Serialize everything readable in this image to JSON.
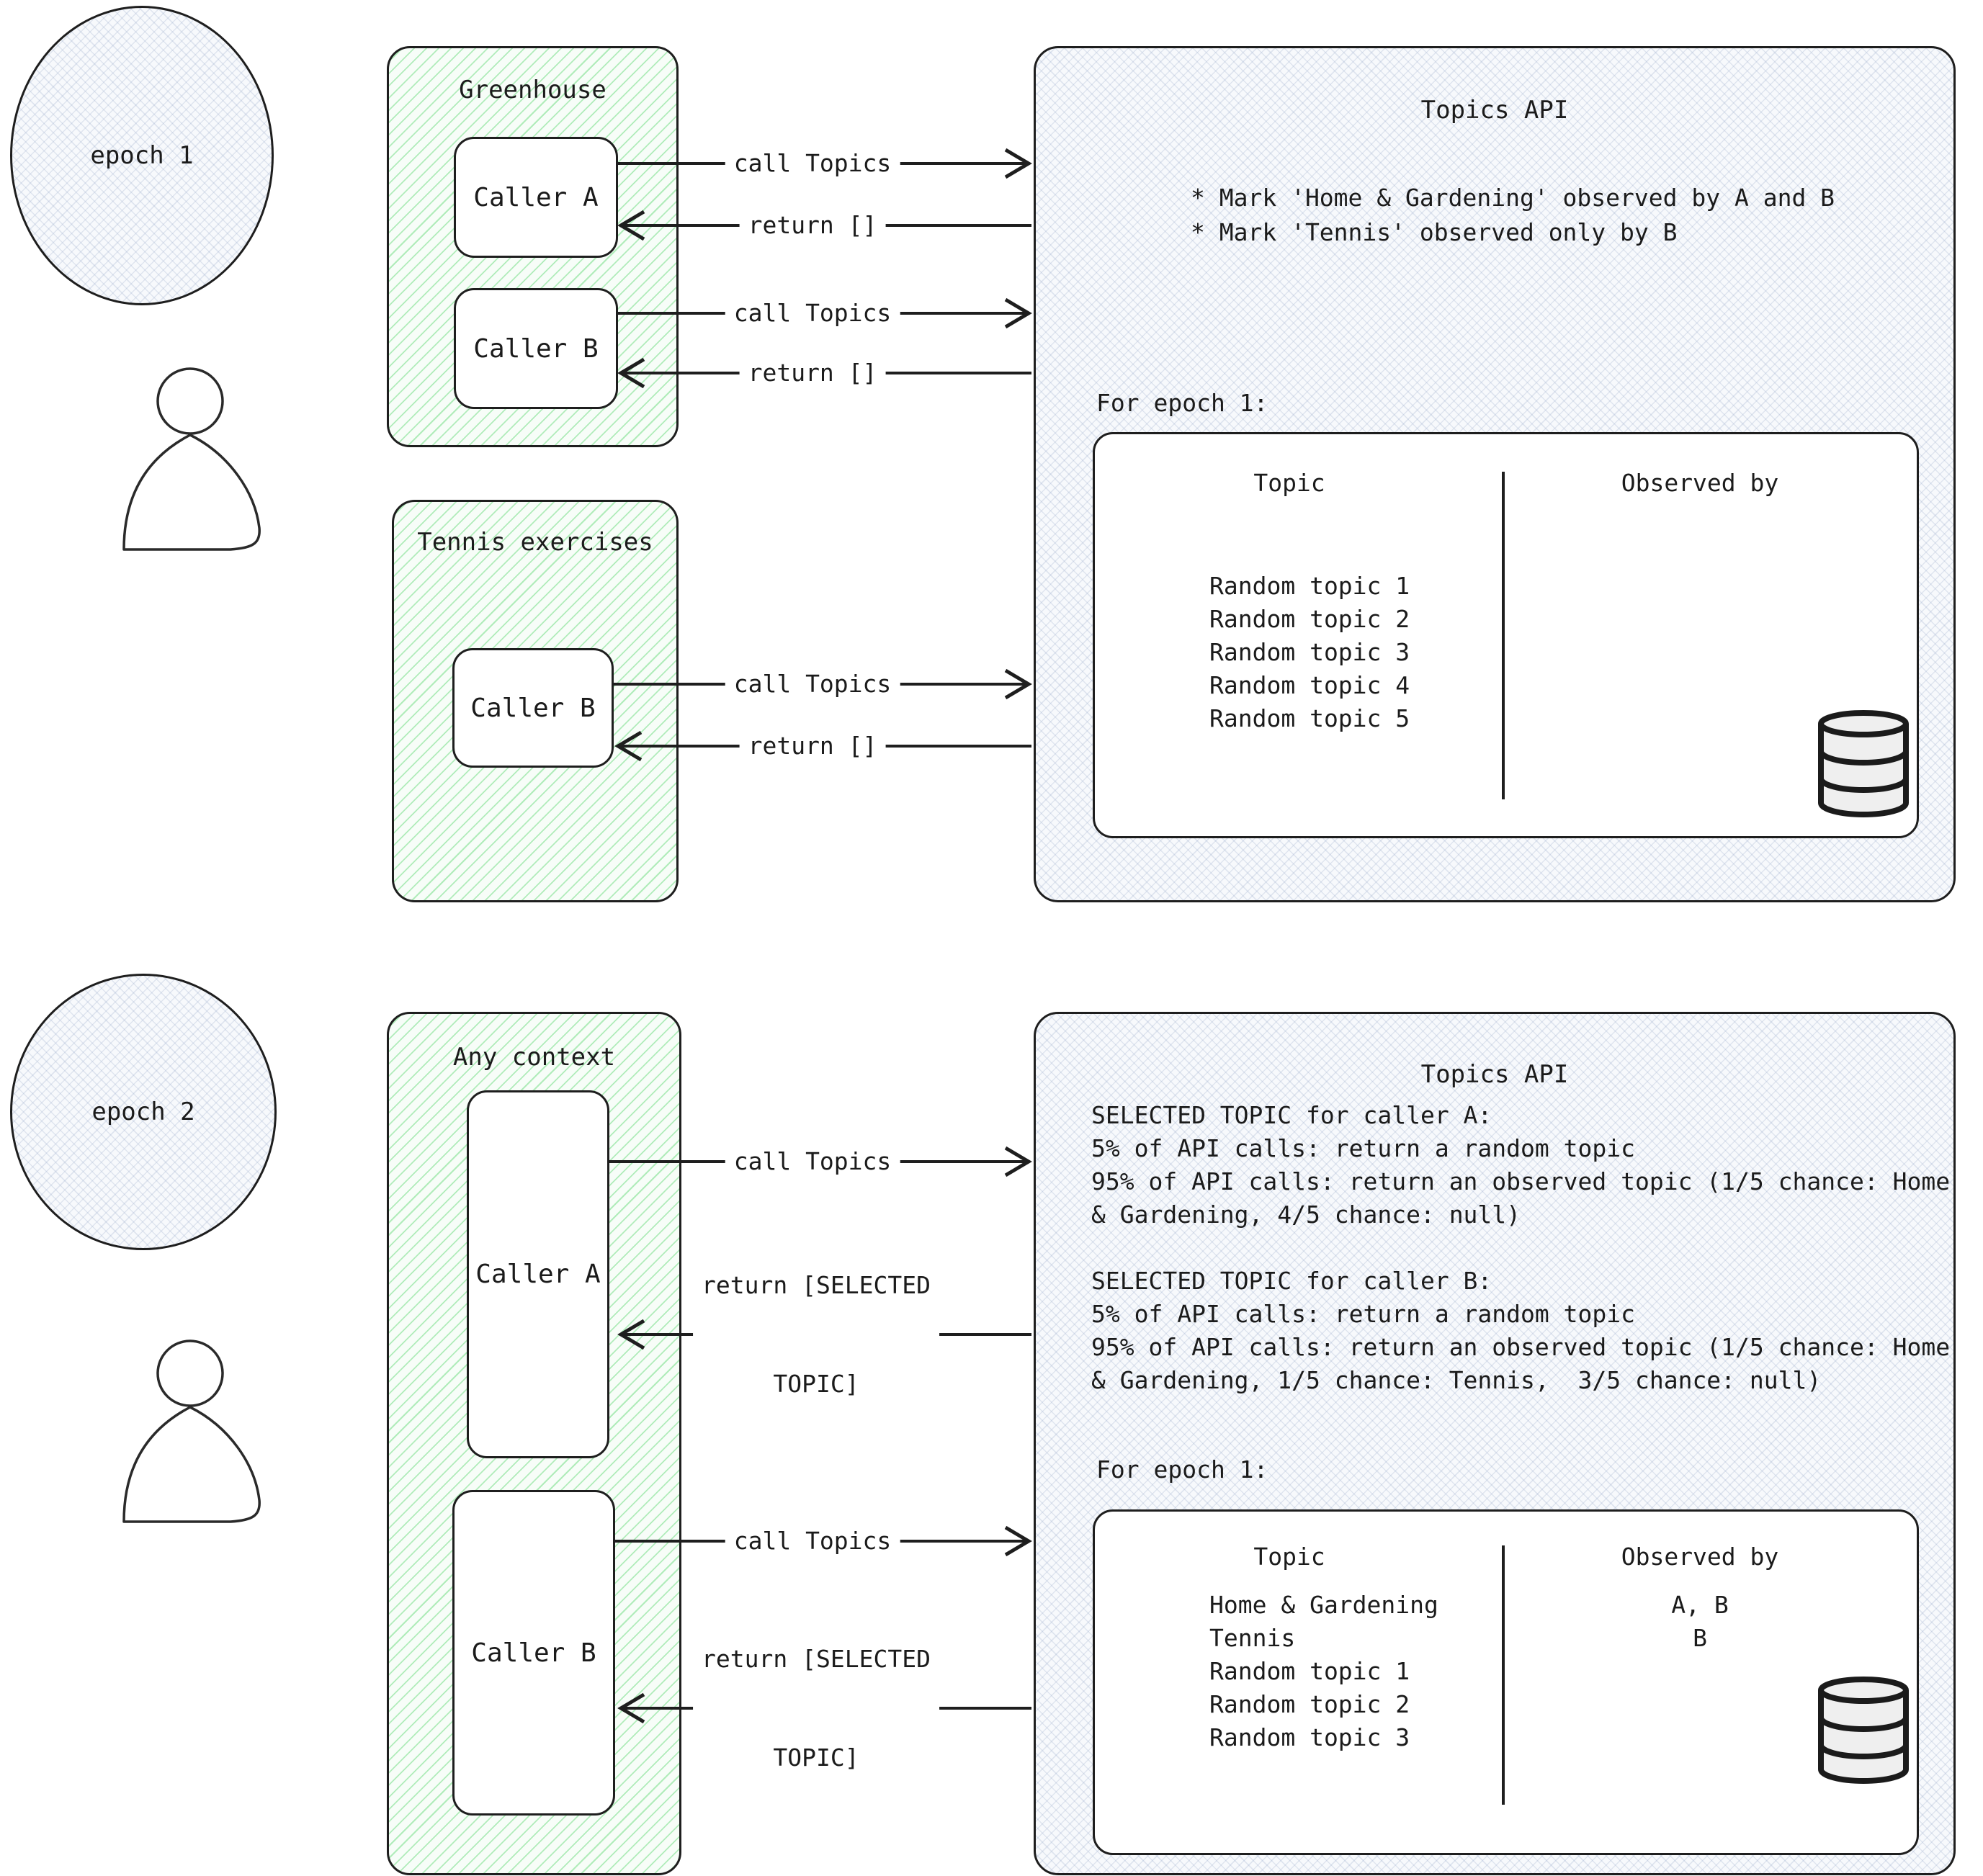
{
  "labels": {
    "call": "call Topics",
    "return_empty": "return []",
    "return_selected_line1": "return [SELECTED",
    "return_selected_line2": "TOPIC]"
  },
  "epoch1": {
    "badge": "epoch 1",
    "greenhouse": {
      "title": "Greenhouse",
      "caller_a": "Caller A",
      "caller_b": "Caller B"
    },
    "tennis": {
      "title": "Tennis exercises",
      "caller_b": "Caller B"
    },
    "api": {
      "title": "Topics API",
      "note1": "* Mark 'Home & Gardening' observed by A and B",
      "note2": "* Mark 'Tennis' observed only by B",
      "epoch_label": "For epoch 1:",
      "table": {
        "topic_header": "Topic",
        "observed_header": "Observed by",
        "topics": [
          "Random topic 1",
          "Random topic 2",
          "Random topic 3",
          "Random topic 4",
          "Random topic 5"
        ],
        "observed": [
          "",
          "",
          "",
          "",
          ""
        ]
      }
    }
  },
  "epoch2": {
    "badge": "epoch 2",
    "any_context": {
      "title": "Any context",
      "caller_a": "Caller A",
      "caller_b": "Caller B"
    },
    "api": {
      "title": "Topics API",
      "selection_rules_a": [
        "SELECTED TOPIC for caller A:",
        "5% of API calls: return a random topic",
        "95% of API calls: return an observed topic (1/5 chance: Home",
        "& Gardening, 4/5 chance: null)"
      ],
      "selection_rules_b": [
        "SELECTED TOPIC for caller B:",
        "5% of API calls: return a random topic",
        "95% of API calls: return an observed topic (1/5 chance: Home",
        "& Gardening, 1/5 chance: Tennis,  3/5 chance: null)"
      ],
      "epoch_label": "For epoch 1:",
      "table": {
        "topic_header": "Topic",
        "observed_header": "Observed by",
        "topics": [
          "Home & Gardening",
          "Tennis",
          "Random topic 1",
          "Random topic 2",
          "Random topic 3"
        ],
        "observed": [
          "A, B",
          "B",
          "",
          "",
          ""
        ]
      }
    }
  },
  "colors": {
    "ink": "#1e1e1e",
    "hatch_green": "#69db7c",
    "panel_gray": "#f7f9fc",
    "white": "#ffffff"
  }
}
